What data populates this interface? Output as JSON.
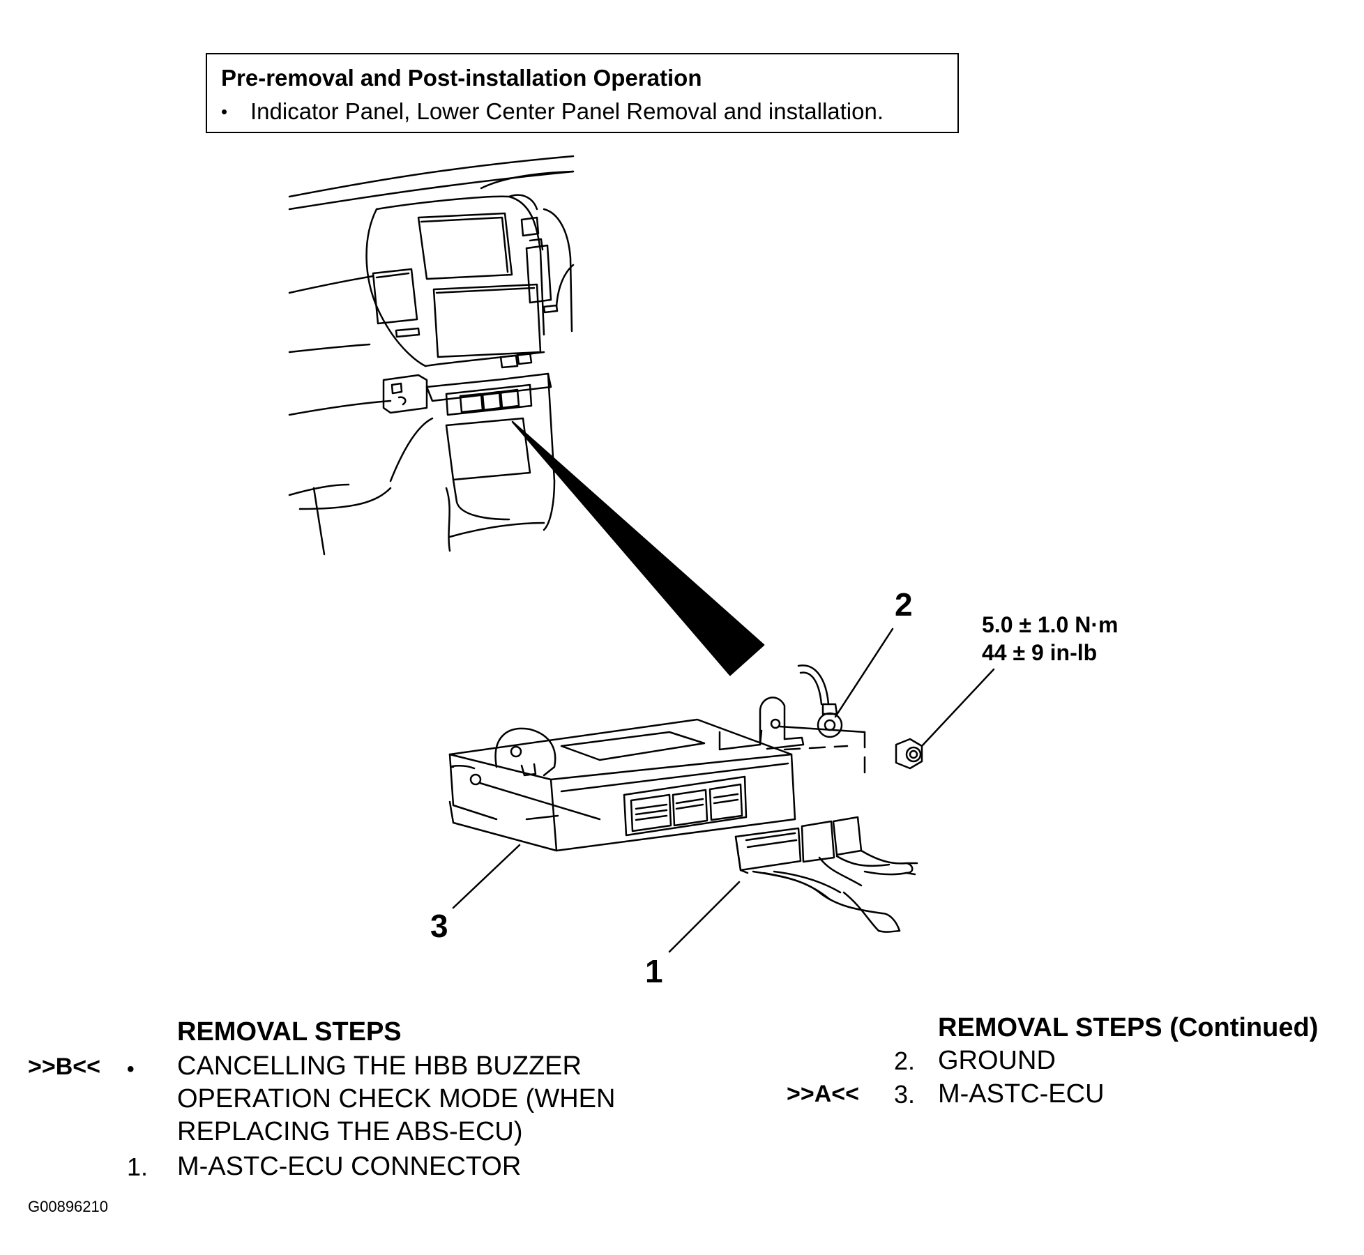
{
  "notice": {
    "title": "Pre-removal and Post-installation Operation",
    "bullet": "•",
    "item": "Indicator Panel, Lower Center Panel Removal and installation."
  },
  "callouts": {
    "c1": "1",
    "c2": "2",
    "c3": "3"
  },
  "torque": {
    "metric": "5.0 ± 1.0 N·m",
    "imperial": "44 ± 9 in-lb"
  },
  "steps_left": {
    "heading": "REMOVAL STEPS",
    "mark_b": ">>B<<",
    "bullet": "•",
    "line1": "CANCELLING THE HBB BUZZER",
    "line2": "OPERATION CHECK MODE (WHEN",
    "line3": "REPLACING THE ABS-ECU)",
    "num1": "1.",
    "item1": "M-ASTC-ECU CONNECTOR"
  },
  "steps_right": {
    "heading": "REMOVAL STEPS (Continued)",
    "num2": "2.",
    "item2": "GROUND",
    "mark_a": ">>A<<",
    "num3": "3.",
    "item3": "M-ASTC-ECU"
  },
  "figure_code": "G00896210"
}
